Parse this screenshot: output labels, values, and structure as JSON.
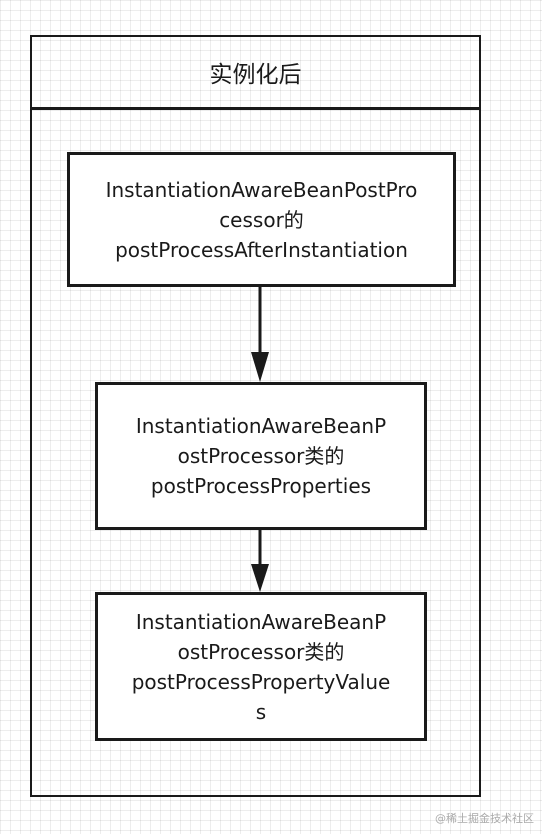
{
  "header": {
    "title": "实例化后"
  },
  "steps": [
    {
      "text": "InstantiationAwareBeanPostPro\ncessor的\npostProcessAfterInstantiation"
    },
    {
      "text": "InstantiationAwareBeanP\nostProcessor类的\npostProcessProperties"
    },
    {
      "text": "InstantiationAwareBeanP\nostProcessor类的\npostProcessPropertyValue\ns"
    }
  ],
  "watermark": "@稀土掘金技术社区",
  "colors": {
    "stroke": "#1a1a1a",
    "grid": "#ededed",
    "background": "#ffffff"
  }
}
